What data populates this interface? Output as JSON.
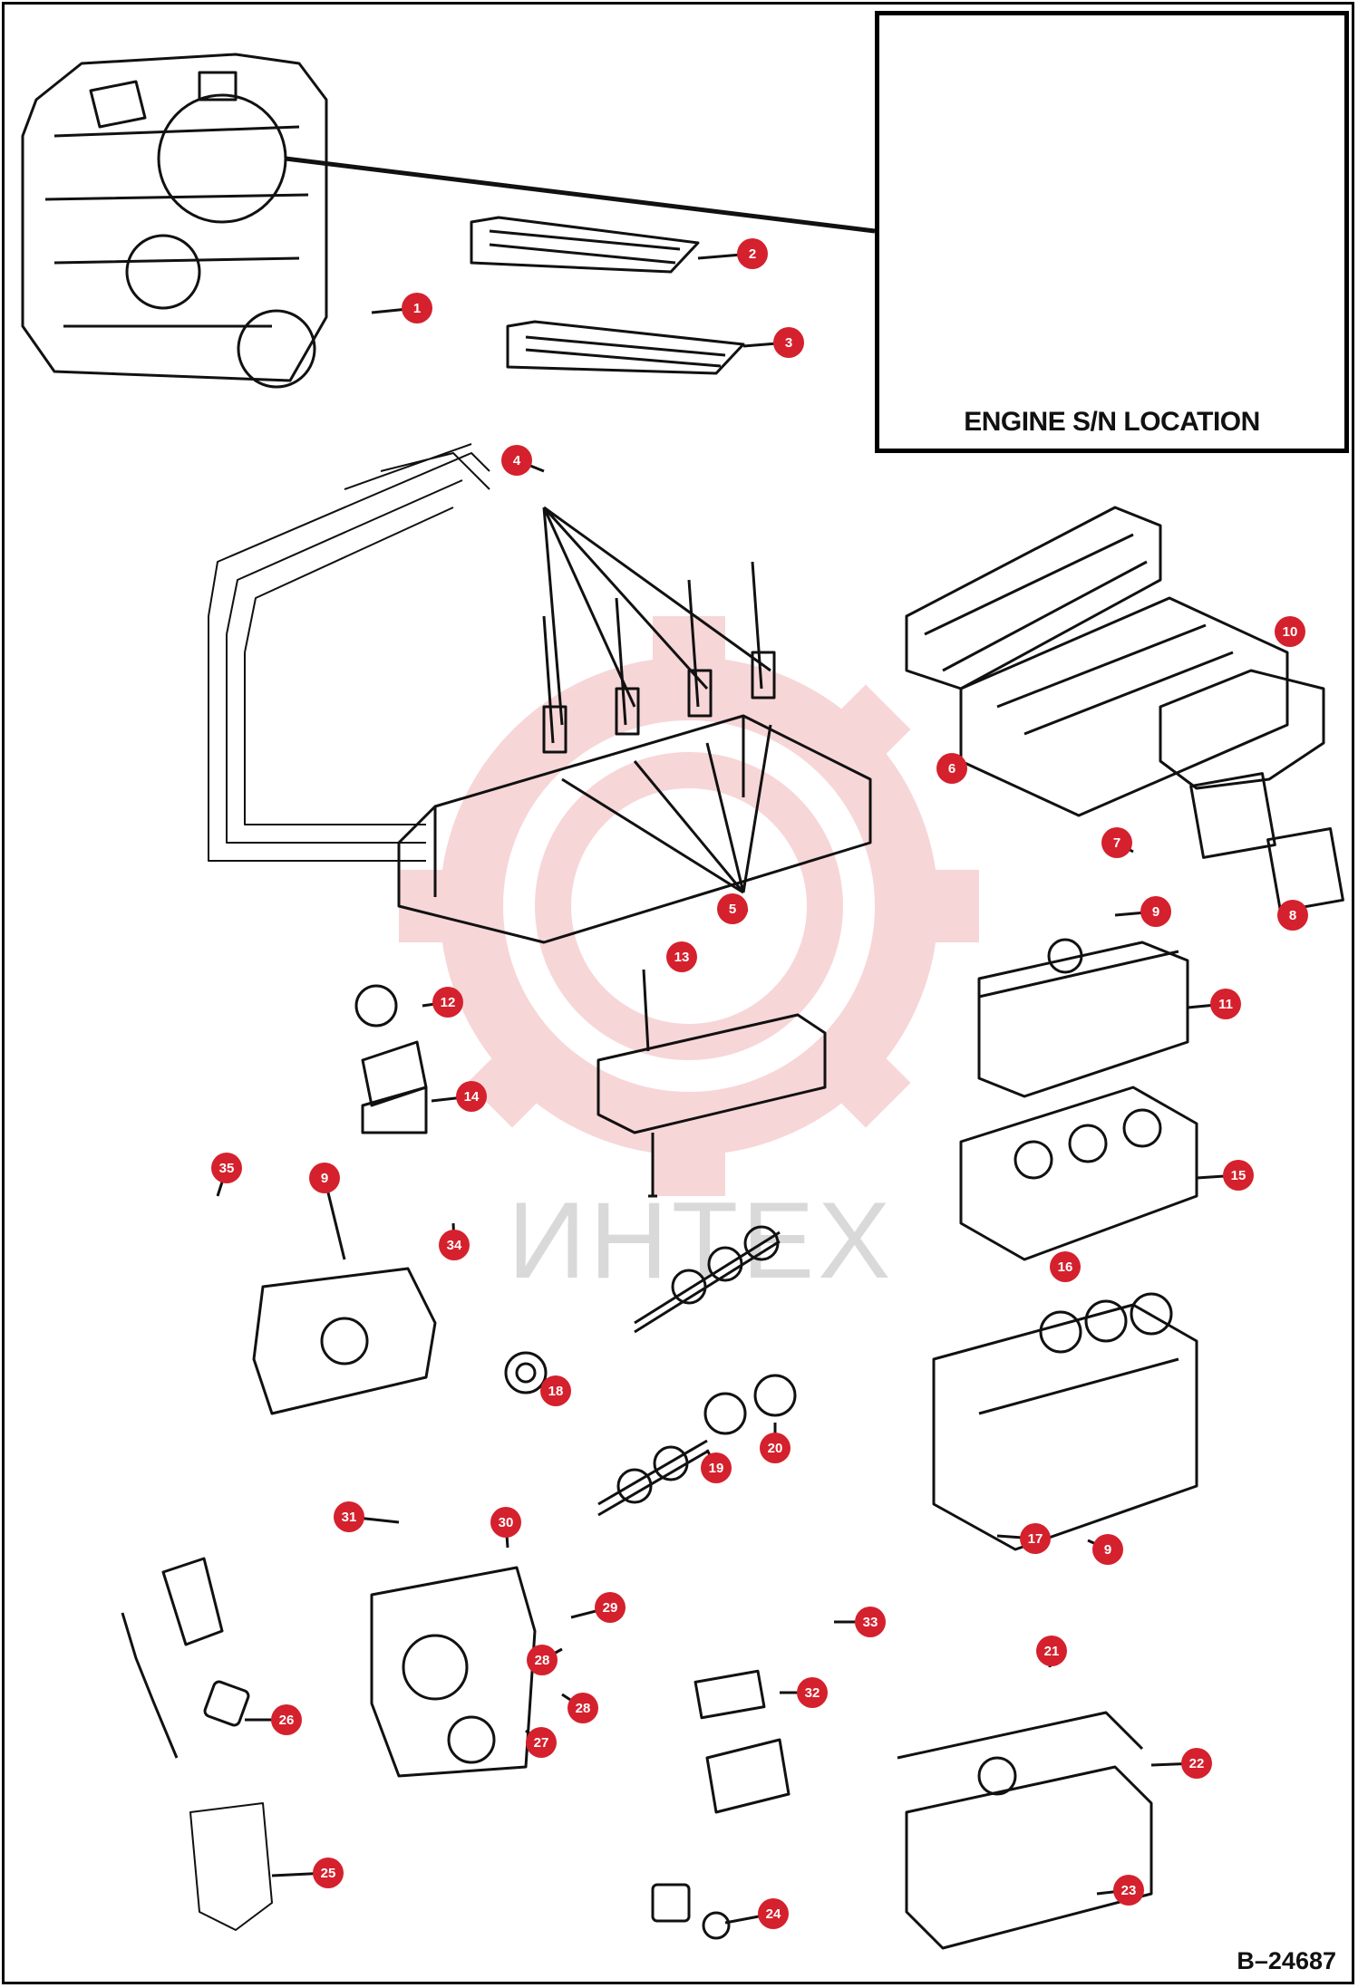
{
  "inset": {
    "label": "ENGINE S/N LOCATION"
  },
  "figure_number": "B–24687",
  "watermark": "ИНТЕХ",
  "badge_color": "#d4212d",
  "callouts": [
    {
      "n": "1"
    },
    {
      "n": "2"
    },
    {
      "n": "3"
    },
    {
      "n": "4"
    },
    {
      "n": "5"
    },
    {
      "n": "6"
    },
    {
      "n": "7"
    },
    {
      "n": "8"
    },
    {
      "n": "9"
    },
    {
      "n": "10"
    },
    {
      "n": "11"
    },
    {
      "n": "12"
    },
    {
      "n": "13"
    },
    {
      "n": "14"
    },
    {
      "n": "15"
    },
    {
      "n": "16"
    },
    {
      "n": "17"
    },
    {
      "n": "18"
    },
    {
      "n": "19"
    },
    {
      "n": "20"
    },
    {
      "n": "21"
    },
    {
      "n": "22"
    },
    {
      "n": "23"
    },
    {
      "n": "24"
    },
    {
      "n": "25"
    },
    {
      "n": "26"
    },
    {
      "n": "27"
    },
    {
      "n": "28"
    },
    {
      "n": "29"
    },
    {
      "n": "30"
    },
    {
      "n": "31"
    },
    {
      "n": "32"
    },
    {
      "n": "33"
    },
    {
      "n": "34"
    },
    {
      "n": "35"
    },
    {
      "n": "9"
    },
    {
      "n": "9"
    },
    {
      "n": "28"
    }
  ]
}
